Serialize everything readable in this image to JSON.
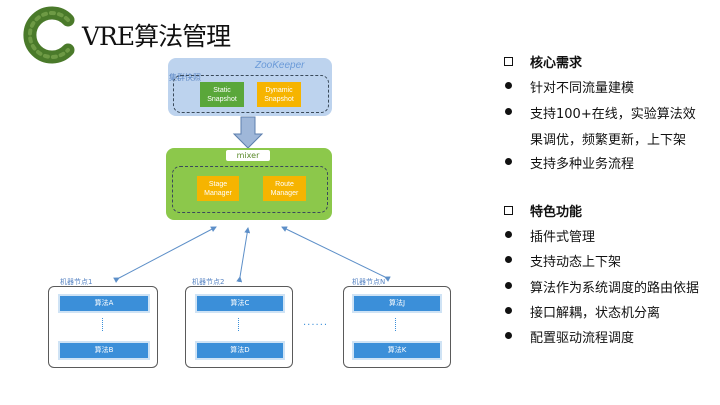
{
  "title": "VRE算法管理",
  "diagram": {
    "zookeeper_label": "ZooKeeper",
    "cluster_label": "集群快照",
    "static_snapshot": "Static Snapshot",
    "dynamic_snapshot": "Dynamic Snapshot",
    "mixer_label": "mixer",
    "stage_manager": "Stage Manager",
    "route_manager": "Route Manager",
    "ellipsis": "......",
    "nodes": [
      {
        "label": "机器节点1",
        "top": "算法A",
        "bottom": "算法B"
      },
      {
        "label": "机器节点2",
        "top": "算法C",
        "bottom": "算法D"
      },
      {
        "label": "机器节点N",
        "top": "算法J",
        "bottom": "算法K"
      }
    ]
  },
  "sections": [
    {
      "heading": "核心需求",
      "items": [
        "针对不同流量建模",
        "支持100+在线，实验算法效",
        "果调优，频繁更新，上下架",
        "支持多种业务流程"
      ]
    },
    {
      "heading": "特色功能",
      "items": [
        "插件式管理",
        "支持动态上下架",
        "算法作为系统调度的路由依据",
        "接口解耦，状态机分离",
        "配置驱动流程调度"
      ]
    }
  ],
  "colors": {
    "zookeeper_bg": "#bdd3ee",
    "mixer_bg": "#8cc84b",
    "snapshot_green": "#5aa73a",
    "manager_orange": "#f6b400",
    "algo_blue": "#3b8fd9",
    "logo_green": "#4a7a2a"
  }
}
